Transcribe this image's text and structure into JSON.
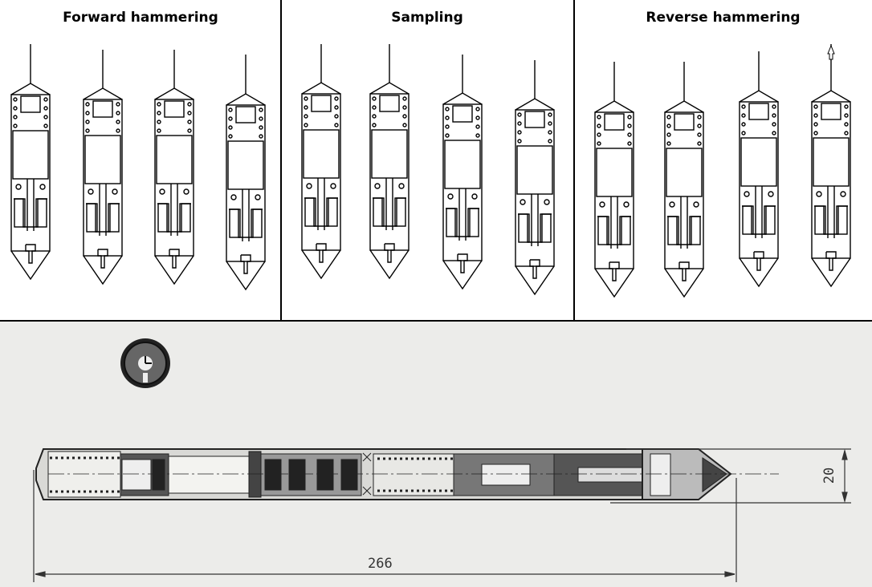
{
  "panels": [
    {
      "title": "Forward hammering",
      "stages": 4
    },
    {
      "title": "Sampling",
      "stages": 4
    },
    {
      "title": "Reverse hammering",
      "stages": 4
    }
  ],
  "drawing": {
    "length_dimension": "266",
    "diameter_dimension": "20"
  }
}
